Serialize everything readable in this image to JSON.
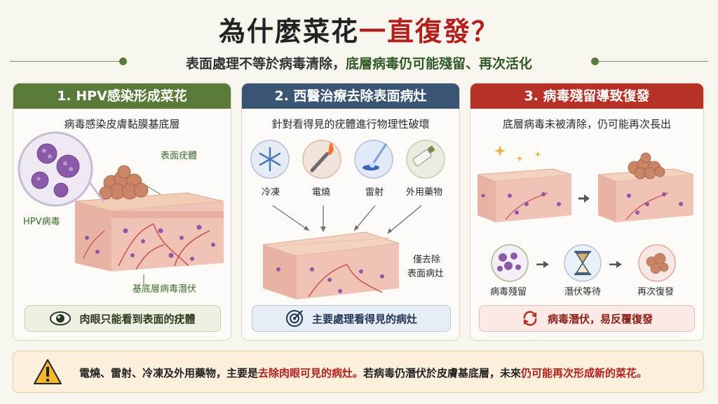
{
  "title": {
    "main": "為什麼菜花",
    "accent": "一直復發？"
  },
  "subtitle": {
    "part1": "表面處理不等於病毒清除，",
    "part2": "底層病毒仍可能殘留、再次活化"
  },
  "panels": [
    {
      "heading": "1. HPV感染形成菜花",
      "description": "病毒感染皮膚黏膜基底層",
      "labels": {
        "wart": "表面疣體",
        "virus": "HPV病毒",
        "latent": "基底層病毒潛伏"
      },
      "footer": "肉眼只能看到表面的疣體",
      "footer_icon": "eye-icon"
    },
    {
      "heading": "2. 西醫治療去除表面病灶",
      "description": "針對看得見的疣體進行物理性破壞",
      "treatments": [
        {
          "label": "冷凍",
          "icon": "snowflake-icon"
        },
        {
          "label": "電燒",
          "icon": "cautery-icon"
        },
        {
          "label": "雷射",
          "icon": "laser-icon"
        },
        {
          "label": "外用藥物",
          "icon": "ointment-tube-icon"
        }
      ],
      "result_label_1": "僅去除",
      "result_label_2": "表面病灶",
      "footer": "主要處理看得見的病灶",
      "footer_icon": "target-icon"
    },
    {
      "heading": "3. 病毒殘留導致復發",
      "description": "底層病毒未被清除，仍可能再次長出",
      "steps": [
        {
          "label": "病毒殘留",
          "icon": "virus-cluster-icon"
        },
        {
          "label": "潛伏等待",
          "icon": "hourglass-icon"
        },
        {
          "label": "再次復發",
          "icon": "wart-regrowth-icon"
        }
      ],
      "footer": "病毒潛伏，易反覆復發",
      "footer_icon": "recurrence-cycle-icon"
    }
  ],
  "warning": {
    "part1": "電燒、雷射、冷凍及外用藥物，主要是",
    "part2": "去除肉眼可見的病灶。",
    "part3": "若病毒仍潛伏於皮膚基底層，未來",
    "part4": "仍可能再次形成新的菜花。"
  },
  "colors": {
    "green": "#5a7a3a",
    "blue": "#3a5574",
    "red": "#b73127",
    "accent_red": "#b3201c",
    "skin": "#efc4b0",
    "virus": "#8a5aa8",
    "wart": "#c98566"
  }
}
